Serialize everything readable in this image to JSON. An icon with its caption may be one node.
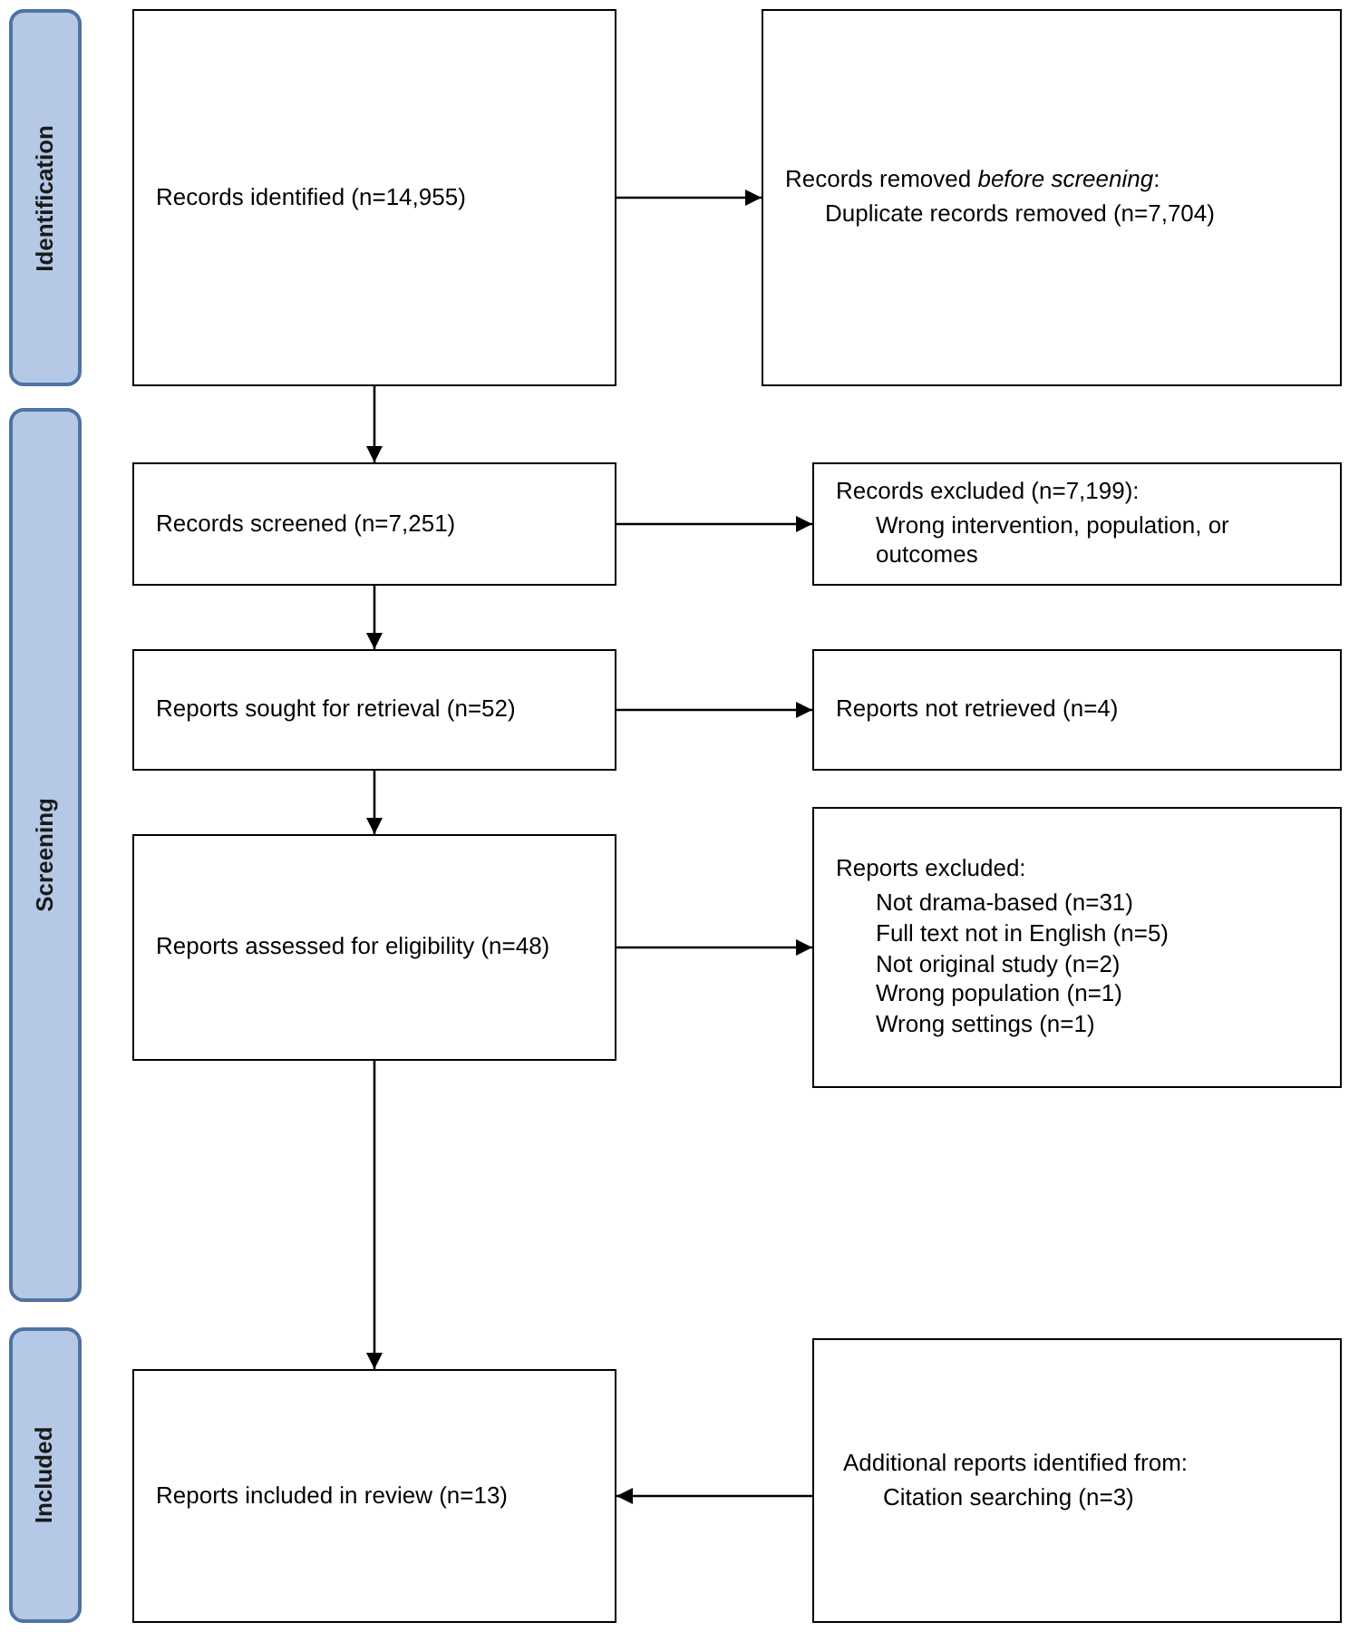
{
  "diagram": {
    "nodes": [
      {
        "text": [
          "Identification"
        ]
      },
      {
        "text": [
          "Records identified (n=14,955)"
        ]
      },
      {
        "text": [
          "Records removed *before screening*:",
          "Duplicate records removed (n=7,704)"
        ]
      },
      {
        "text": [
          "Screening"
        ]
      },
      {
        "text": [
          "Records screened (n=7,251)"
        ]
      },
      {
        "text": [
          "Records excluded (n=7,199):",
          "Wrong intervention, population, or outcomes"
        ]
      },
      {
        "text": [
          "Reports sought for retrieval (n=52)"
        ]
      },
      {
        "text": [
          "Reports not retrieved (n=4)"
        ]
      },
      {
        "text": [
          "Reports assessed for eligibility (n=48)"
        ]
      },
      {
        "text": [
          "Reports excluded:",
          "Not drama-based (n=31)",
          "Full text not in English (n=5)",
          "Not original study (n=2)",
          "Wrong population (n=1)",
          "Wrong settings (n=1)"
        ]
      },
      {
        "text": [
          "Included"
        ]
      },
      {
        "text": [
          "Reports included in review (n=13)"
        ]
      },
      {
        "text": [
          "Additional reports identified from:",
          "Citation searching (n=3)"
        ]
      }
    ],
    "edges": [
      {
        "from": 1,
        "to": 2,
        "arrow": "to"
      },
      {
        "from": 1,
        "to": 4,
        "arrow": "to"
      },
      {
        "from": 4,
        "to": 5,
        "arrow": "to"
      },
      {
        "from": 4,
        "to": 6,
        "arrow": "to"
      },
      {
        "from": 6,
        "to": 7,
        "arrow": "to"
      },
      {
        "from": 6,
        "to": 8,
        "arrow": "to"
      },
      {
        "from": 8,
        "to": 9,
        "arrow": "to"
      },
      {
        "from": 8,
        "to": 11,
        "arrow": "to"
      },
      {
        "from": 12,
        "to": 11,
        "arrow": "to"
      }
    ]
  }
}
